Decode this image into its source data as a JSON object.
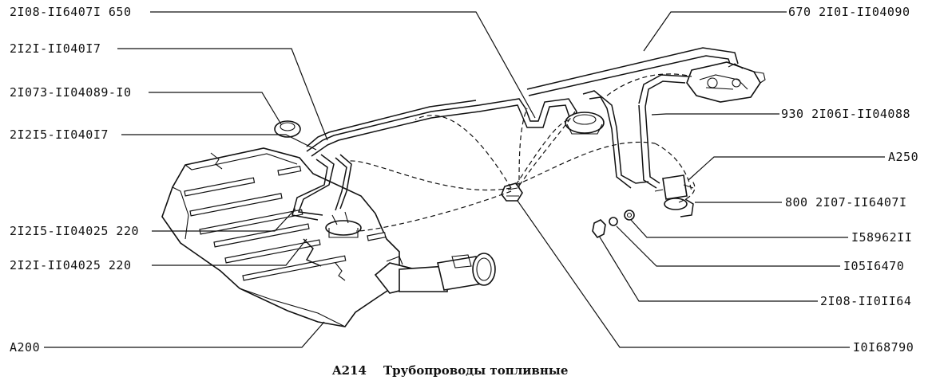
{
  "caption": {
    "code": "A214",
    "title": "Трубопроводы топливные"
  },
  "labels_left": [
    "2I08-II6407I 650",
    "2I2I-II040I7",
    "2I073-II04089-I0",
    "2I2I5-II040I7",
    "2I2I5-II04025 220",
    "2I2I-II04025 220",
    "A200"
  ],
  "labels_right": [
    "670 2I0I-II04090",
    "930 2I06I-II04088",
    "A250",
    "800 2I07-II6407I",
    "I58962II",
    "I05I6470",
    "2I08-II0II64",
    "I0I68790"
  ]
}
